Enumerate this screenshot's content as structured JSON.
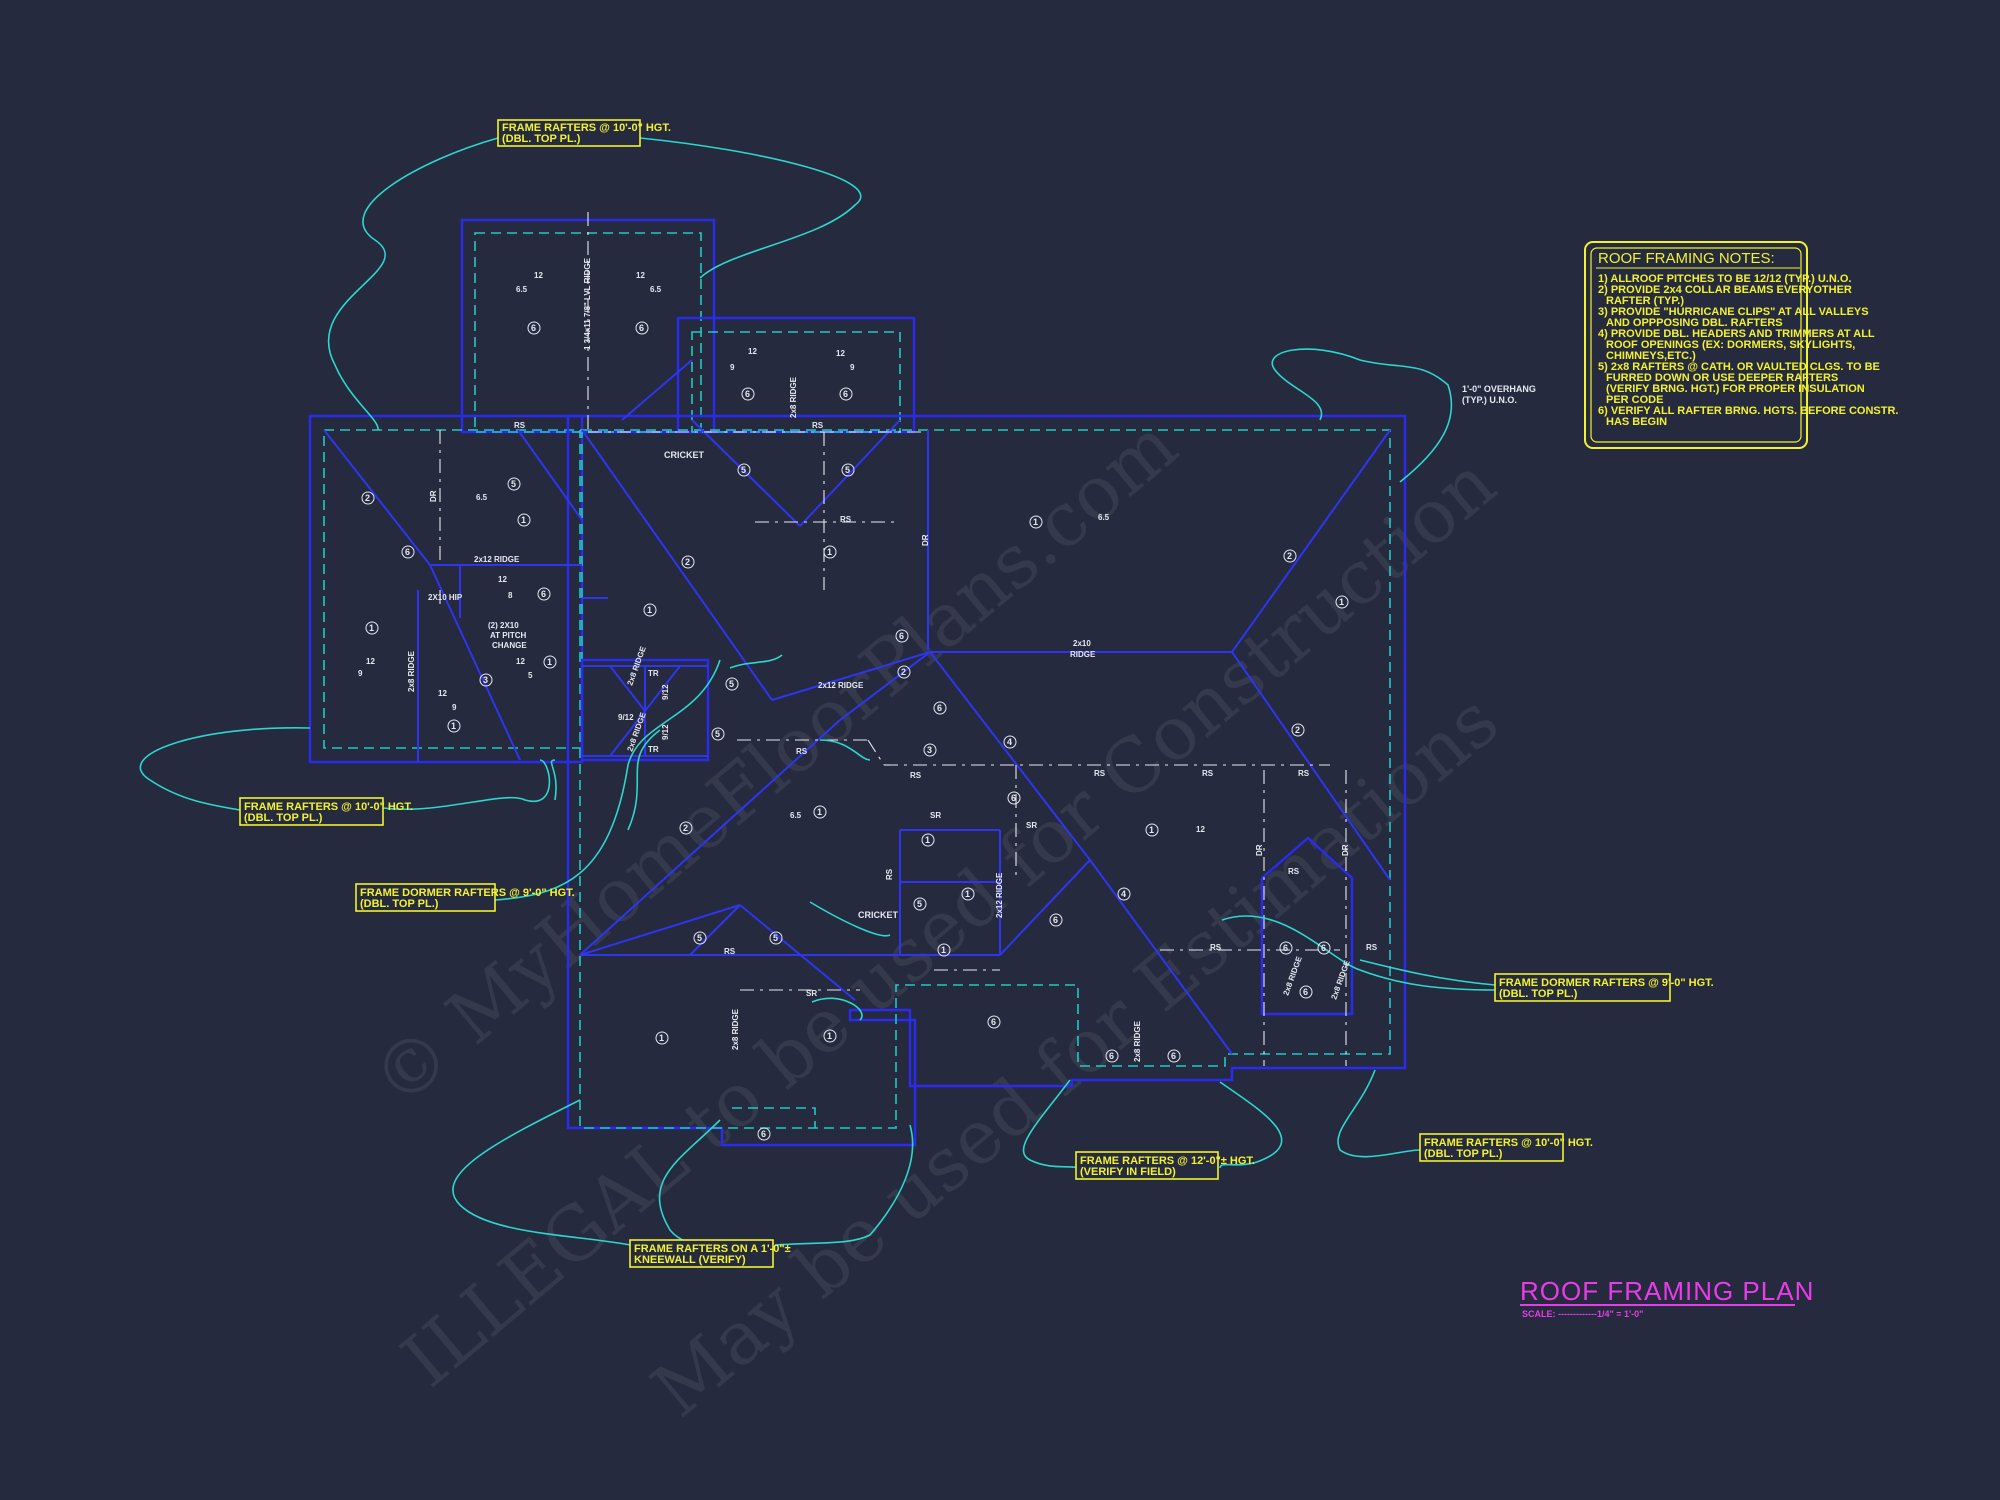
{
  "title": "ROOF FRAMING PLAN",
  "scale": "SCALE: -------------1/4\" = 1'-0\"",
  "watermark": [
    "© MyHomeFloorPlans.com",
    "ILLEGAL to be used for Construction",
    "May be used for Estimations"
  ],
  "notes": {
    "heading": "ROOF FRAMING NOTES:",
    "lines": [
      "1) ALLROOF PITCHES TO BE 12/12 (TYP.) U.N.O.",
      "2) PROVIDE 2x4 COLLAR BEAMS EVERYOTHER",
      "RAFTER (TYP.)",
      "3) PROVIDE \"HURRICANE CLIPS\" AT ALL VALLEYS",
      "AND OPPPOSING DBL. RAFTERS",
      "4) PROVIDE DBL. HEADERS AND TRIMMERS AT ALL",
      "ROOF OPENINGS (EX: DORMERS, SKYLIGHTS,",
      "CHIMNEYS,ETC.)",
      "5) 2x8 RAFTERS @ CATH. OR VAULTED CLGS. TO BE",
      "FURRED DOWN OR USE DEEPER RAFTERS",
      "(VERIFY BRNG. HGT.) FOR PROPER INSULATION",
      "PER CODE",
      "6) VERIFY ALL RAFTER BRNG. HGTS. BEFORE CONSTR.",
      "HAS BEGIN"
    ]
  },
  "callouts": [
    {
      "l1": "FRAME RAFTERS @ 10'-0\" HGT.",
      "l2": "(DBL. TOP PL.)"
    },
    {
      "l1": "FRAME RAFTERS @ 10'-0\" HGT.",
      "l2": "(DBL. TOP PL.)"
    },
    {
      "l1": "FRAME DORMER RAFTERS @ 9'-0\" HGT.",
      "l2": "(DBL. TOP PL.)"
    },
    {
      "l1": "FRAME RAFTERS ON A 1'-0\"±",
      "l2": "KNEEWALL (VERIFY)"
    },
    {
      "l1": "FRAME RAFTERS @ 12'-0\"± HGT.",
      "l2": "(VERIFY IN FIELD)"
    },
    {
      "l1": "FRAME RAFTERS @ 10'-0\" HGT.",
      "l2": "(DBL. TOP PL.)"
    },
    {
      "l1": "FRAME DORMER RAFTERS @ 9'-0\" HGT.",
      "l2": "(DBL. TOP PL.)"
    }
  ],
  "overhang": {
    "l1": "1'-0\" OVERHANG",
    "l2": "(TYP.) U.N.O."
  },
  "labels": {
    "lvl_ridge": "1 3/4x11 7/8\" LVL RIDGE",
    "ridge_2x8": "2x8 RIDGE",
    "ridge_2x12": "2x12 RIDGE",
    "ridge_2x12b": "2x12 RIDGE",
    "ridge_2x10": "2x10",
    "ridge_word": "RIDGE",
    "ridge_2x12_vert": "2x12 RIDGE",
    "ridge_2x8_b": "2x8 RIDGE",
    "ridge_2x8_c": "2x8 RIDGE",
    "ridge_2x8_d": "2x8 RIDGE",
    "ridge_2x12_e": "2x12 RIDGE",
    "hip": "2X10 HIP",
    "pitch_change": [
      "(2) 2X10",
      "AT PITCH",
      "CHANGE"
    ],
    "cricket": "CRICKET",
    "rs": "RS",
    "sr": "SR",
    "dr": "DR",
    "tr": "TR",
    "pitch_12": "12",
    "pitch_9": "9",
    "pitch_6_5": "6.5",
    "pitch_8": "8",
    "pitch_5": "5",
    "pitch_912": "9/12",
    "n1": "1",
    "n2": "2",
    "n3": "3",
    "n4": "4",
    "n5": "5",
    "n6": "6"
  }
}
